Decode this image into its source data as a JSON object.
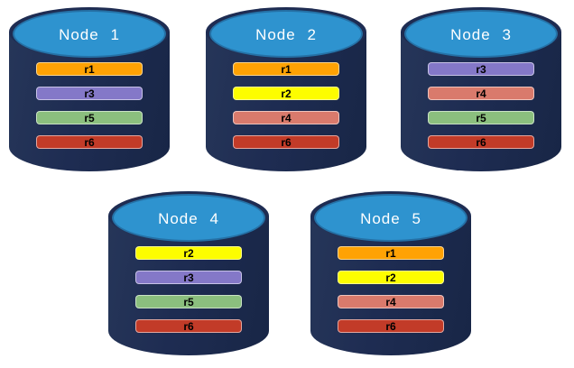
{
  "diagram": {
    "description": "Database replica placement across nodes",
    "background": "#ffffff"
  },
  "colors": {
    "cylinder_body": "#1E2C52",
    "cylinder_top": "#2E93CF",
    "cylinder_top_border": "#2571A6",
    "node_label_text": "#ffffff",
    "replica_label_text": "#000000",
    "replicas": {
      "r1": "#FFA204",
      "r2": "#FDFD00",
      "r3": "#8478C8",
      "r4": "#D97A6C",
      "r5": "#8BBF7E",
      "r6": "#C23B28"
    }
  },
  "nodes": [
    {
      "label": "Node 1",
      "replicas": [
        "r1",
        "r3",
        "r5",
        "r6"
      ]
    },
    {
      "label": "Node 2",
      "replicas": [
        "r1",
        "r2",
        "r4",
        "r6"
      ]
    },
    {
      "label": "Node 3",
      "replicas": [
        "r3",
        "r4",
        "r5",
        "r6"
      ]
    },
    {
      "label": "Node 4",
      "replicas": [
        "r2",
        "r3",
        "r5",
        "r6"
      ]
    },
    {
      "label": "Node 5",
      "replicas": [
        "r1",
        "r2",
        "r4",
        "r6"
      ]
    }
  ]
}
